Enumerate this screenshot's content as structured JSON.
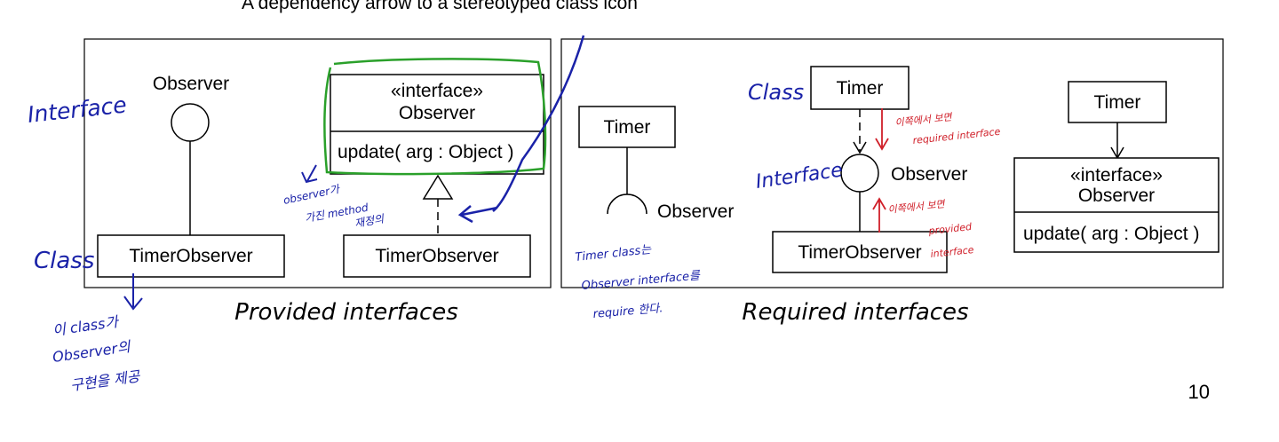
{
  "slide": {
    "title": "A dependency arrow to a stereotyped class icon",
    "page_number": "10"
  },
  "provided": {
    "caption": "Provided interfaces",
    "lollipop_label": "Observer",
    "lollipop_class": "TimerObserver",
    "iface_stereotype": "«interface»",
    "iface_name": "Observer",
    "iface_operation": "update( arg : Object )",
    "impl_class": "TimerObserver"
  },
  "required": {
    "caption": "Required interfaces",
    "socket_class": "Timer",
    "socket_label": "Observer",
    "mid_top_class": "Timer",
    "mid_interface": "Observer",
    "mid_bottom_class": "TimerObserver",
    "right_class": "Timer",
    "right_iface_stereotype": "«interface»",
    "right_iface_name": "Observer",
    "right_iface_operation": "update( arg : Object )"
  },
  "annotations": {
    "interface": "Interface",
    "class_left": "Class",
    "class_note_l1": "이 class가",
    "class_note_l2": "Observer의",
    "class_note_l3": "구현을 제공",
    "observer_note_l1": "observer가",
    "observer_note_l2": "가진 method",
    "observer_note_l3": "재정의",
    "timer_note_l1": "Timer class는",
    "timer_note_l2": "Observer interface를",
    "timer_note_l3": "require 한다.",
    "class_mid": "Class",
    "interface_mid": "Interface",
    "required_note_l1": "이쪽에서 보면",
    "required_note_l2": "required interface",
    "provided_note_l1": "이쪽에서 보면",
    "provided_note_l2": "provided",
    "provided_note_l3": "interface"
  },
  "colors": {
    "ink_blue": "#1a22a8",
    "ink_red": "#d0202a",
    "ink_green": "#2aa02a"
  }
}
